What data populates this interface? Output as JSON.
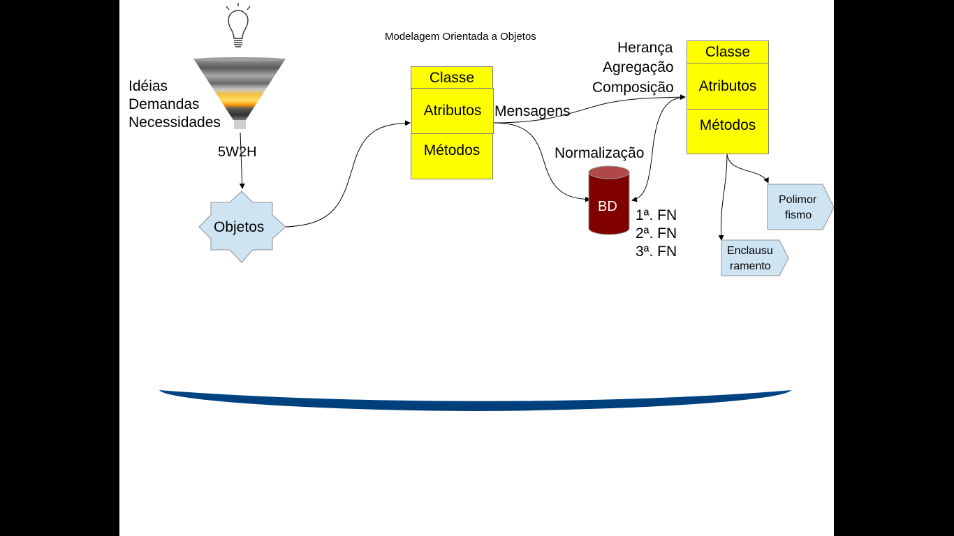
{
  "title": "Modelagem Orientada a Objetos",
  "funnel_inputs": [
    "Idéias",
    "Demandas",
    "Necessidades"
  ],
  "method_label": "5W2H",
  "objects_label": "Objetos",
  "class_left": {
    "name": "Classe",
    "attributes": "Atributos",
    "methods": "Métodos"
  },
  "messages_label": "Mensagens",
  "relationships": [
    "Herança",
    "Agregação",
    "Composição"
  ],
  "class_right": {
    "name": "Classe",
    "attributes": "Atributos",
    "methods": "Métodos"
  },
  "normalization_label": "Normalização",
  "database_label": "BD",
  "normal_forms": [
    "1ª. FN",
    "2ª. FN",
    "3ª. FN"
  ],
  "polymorphism": [
    "Polimor",
    "fismo"
  ],
  "encapsulation": [
    "Enclausu",
    "ramento"
  ],
  "colors": {
    "class_fill": "#ffff00",
    "shape_fill": "#cfe4f3",
    "db_fill": "#800000",
    "db_top": "#b04848",
    "swoosh": "#004586"
  }
}
